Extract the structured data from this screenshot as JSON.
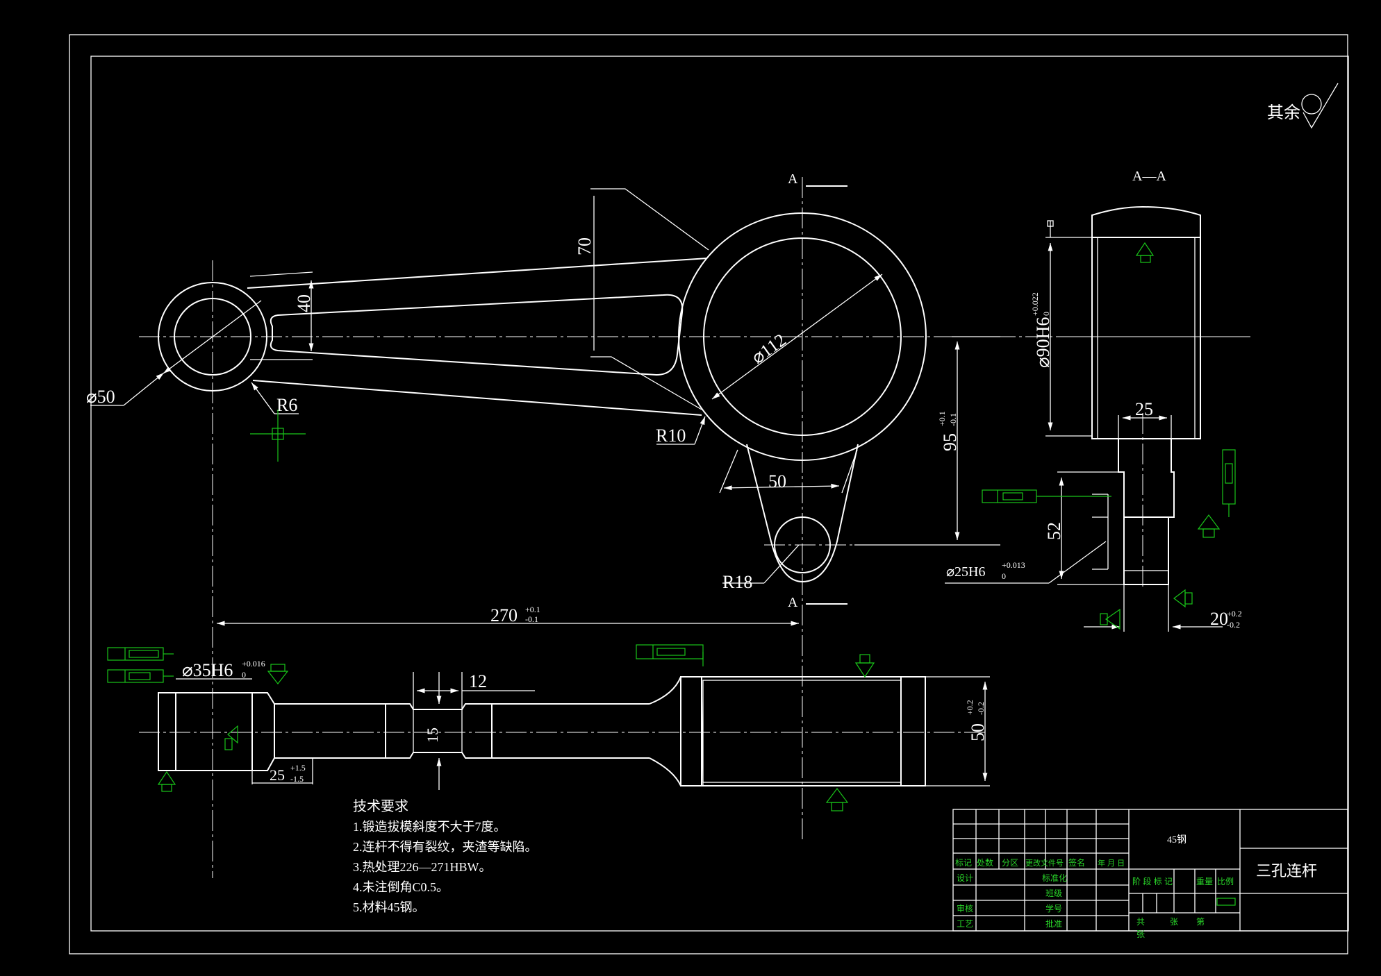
{
  "roughness": {
    "label": "其余"
  },
  "section": {
    "mark": "A",
    "mark_bottom": "A",
    "title": "A—A"
  },
  "dims": {
    "d50": "⌀50",
    "r6": "R6",
    "d40": "40",
    "d70": "70",
    "d112": "⌀112",
    "r10": "R10",
    "d95": "95",
    "d95_tol_up": "+0.1",
    "d95_tol_low": "-0.1",
    "d50b": "50",
    "r18": "R18",
    "d270": "270",
    "d270_tol_up": "+0.1",
    "d270_tol_low": "-0.1",
    "d35": "⌀35H6",
    "d35_tol_up": "+0.016",
    "d35_tol_low": "0",
    "d12": "12",
    "d15": "15",
    "d25": "25",
    "d25_tol_up": "+1.5",
    "d25_tol_low": "-1.5",
    "d50h": "50",
    "d50h_tol_up": "+0.2",
    "d50h_tol_low": "-0.2",
    "d90": "⌀90H6",
    "d90_tol_up": "+0.022",
    "d90_tol_low": "0",
    "d25w": "25",
    "d52": "52",
    "d25h6": "⌀25H6",
    "d25h6_tol_up": "+0.013",
    "d25h6_tol_low": "0",
    "d20": "20",
    "d20_tol_up": "+0.2",
    "d20_tol_low": "-0.2"
  },
  "tech_req": {
    "title": "技术要求",
    "items": [
      "1.锻造拔模斜度不大于7度。",
      "2.连杆不得有裂纹，夹渣等缺陷。",
      "3.热处理226—271HBW。",
      "4.未注倒角C0.5。",
      "5.材料45钢。"
    ]
  },
  "title_block": {
    "material": "45钢",
    "part_name": "三孔连杆",
    "header_row": [
      "标记",
      "处数",
      "分区",
      "更改文件号",
      "签名",
      "年 月 日"
    ],
    "design": "设计",
    "standardize": "标准化",
    "class": "班级",
    "review": "审核",
    "student_no": "学号",
    "process": "工艺",
    "approve": "批准",
    "stage_mark": "阶 段 标 记",
    "weight": "重量",
    "scale": "比例",
    "total": "共",
    "sheets": "张",
    "sheet_no": "第",
    "sheet_unit": "张"
  }
}
